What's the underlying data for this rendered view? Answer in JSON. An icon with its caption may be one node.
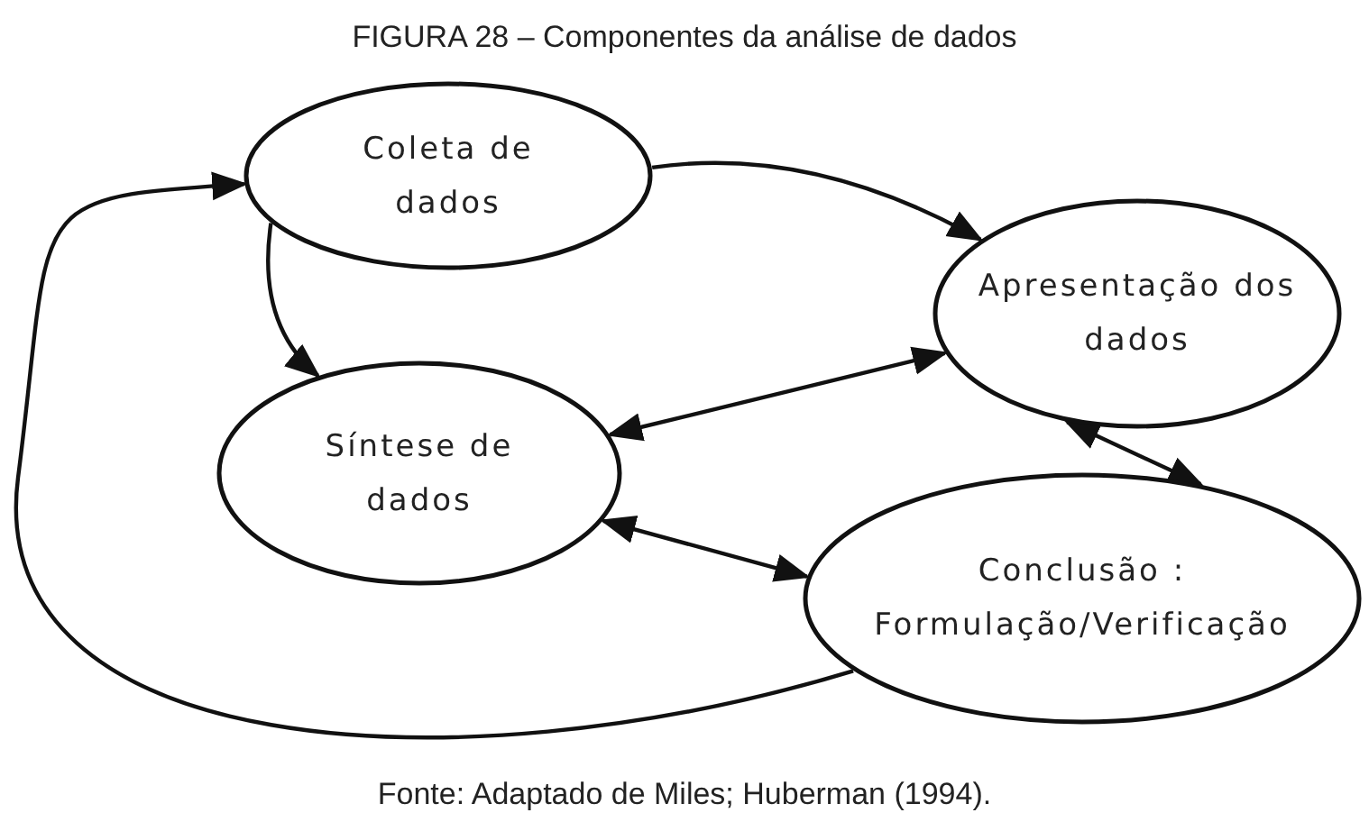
{
  "diagram": {
    "title": "FIGURA 28 – Componentes da análise de dados",
    "caption": "Fonte: Adaptado de Miles; Huberman (1994).",
    "nodes": [
      {
        "text": [
          "Coleta de dados"
        ]
      },
      {
        "text": [
          "Apresentação dos dados"
        ]
      },
      {
        "text": [
          "Síntese de dados"
        ]
      },
      {
        "text": [
          "Conclusão : Formulação/Verificação"
        ]
      }
    ],
    "edges": [
      {
        "from": 0,
        "to": 1,
        "arrow": "to"
      },
      {
        "from": 0,
        "to": 2,
        "arrow": "to"
      },
      {
        "from": 1,
        "to": 2,
        "arrow": "both"
      },
      {
        "from": 1,
        "to": 3,
        "arrow": "both"
      },
      {
        "from": 2,
        "to": 3,
        "arrow": "both"
      },
      {
        "from": 3,
        "to": 0,
        "arrow": "to"
      }
    ]
  }
}
